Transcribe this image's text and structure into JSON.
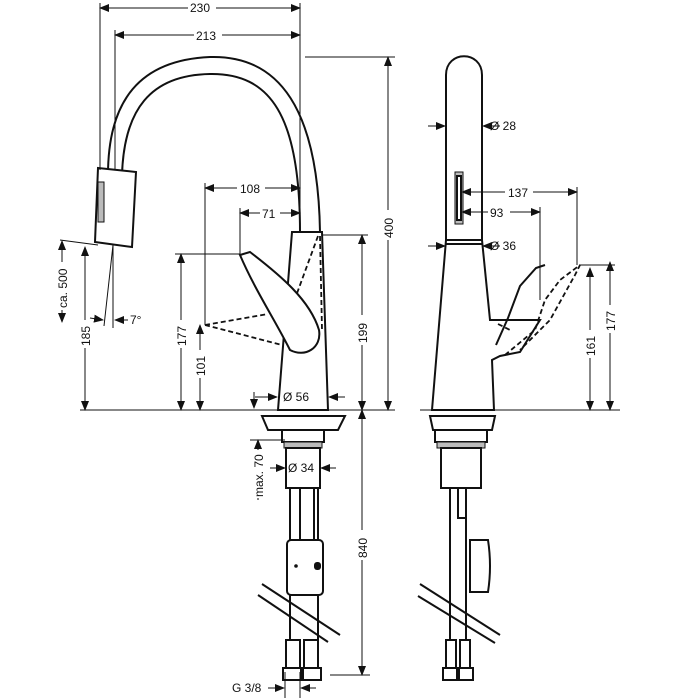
{
  "title": "Kitchen mixer tap dimension drawing",
  "dimensions": {
    "width_total": "230",
    "width_reach": "213",
    "height_total": "400",
    "lever_reach": "108",
    "lever_reach_short": "71",
    "hose_extension": "ca. 500",
    "spout_outlet_height": "185",
    "spout_angle": "7°",
    "lever_height": "177",
    "lever_low_height": "101",
    "body_height": "199",
    "base_diameter": "Ø 56",
    "mount_thickness": "max. 70",
    "shank_diameter": "Ø 34",
    "hose_length": "840",
    "connection_thread": "G 3/8",
    "spout_diameter": "Ø 28",
    "side_lever_reach": "137",
    "side_lever_reach_short": "93",
    "side_body_diameter": "Ø 36",
    "side_lever_height_low": "161",
    "side_lever_height": "177"
  }
}
